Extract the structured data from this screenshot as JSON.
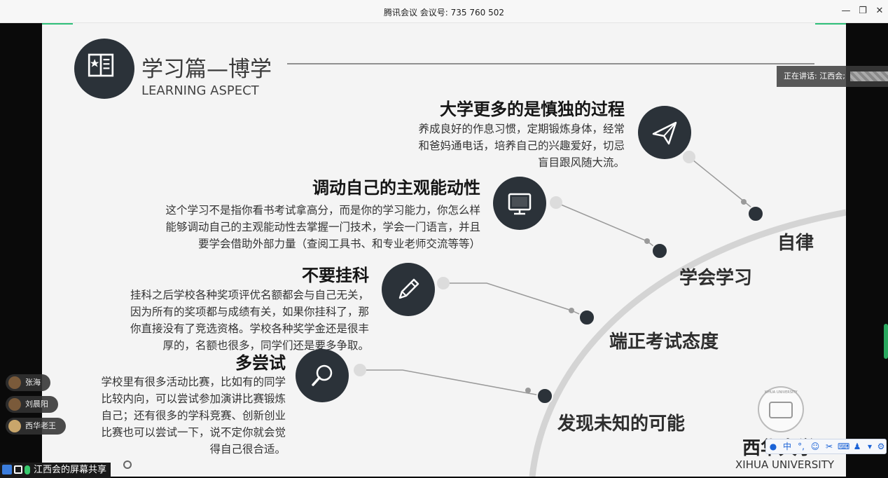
{
  "window": {
    "title": "腾讯会议 会议号: 735 760 502"
  },
  "slide": {
    "title_cn": "学习篇—博学",
    "title_en": "LEARNING ASPECT",
    "items": [
      {
        "heading": "大学更多的是慎独的过程",
        "body_lines": [
          "养成良好的作息习惯，定期锻炼身体，经常",
          "和爸妈通电话，培养自己的兴趣爱好，切忌",
          "盲目跟风随大流。"
        ],
        "icon": "paper-plane-icon",
        "arc_label": "自律"
      },
      {
        "heading": "调动自己的主观能动性",
        "body_lines": [
          "这个学习不是指你看书考试拿高分，而是你的学习能力，你怎么样",
          "能够调动自己的主观能动性去掌握一门技术，学会一门语言，并且",
          "要学会借助外部力量（查阅工具书、和专业老师交流等等）"
        ],
        "icon": "monitor-icon",
        "arc_label": "学会学习"
      },
      {
        "heading": "不要挂科",
        "body_lines": [
          "挂科之后学校各种奖项评优名额都会与自己无关，",
          "因为所有的奖项都与成绩有关，如果你挂科了，那",
          "你直接没有了竞选资格。学校各种奖学金还是很丰",
          "厚的，名额也很多，同学们还是要多争取。"
        ],
        "icon": "pencil-icon",
        "arc_label": "端正考试态度"
      },
      {
        "heading": "多尝试",
        "body_lines": [
          "学校里有很多活动比赛，比如有的同学",
          "比较内向，可以尝试参加演讲比赛锻炼",
          "自己；还有很多的学科竞赛、创新创业",
          "比赛也可以尝试一下，说不定你就会觉",
          "得自己很合适。"
        ],
        "icon": "magnifier-icon",
        "arc_label": "发现未知的可能"
      }
    ],
    "logo_en": "XIHUA UNIVERSITY",
    "logo_cn": "西华大学",
    "seal_text": "XIHUA UNIVERSITY"
  },
  "overlay": {
    "speaking": "正在讲话: 江西会;",
    "participants": [
      {
        "name": "张海"
      },
      {
        "name": "刘晨阳"
      },
      {
        "name": "西华老王"
      }
    ],
    "share_label": "江西会的屏幕共享"
  },
  "colors": {
    "accent": "#2fc07a",
    "icon_bg": "#2b3239",
    "dot": "#2b3239",
    "arc": "#d4d4d4"
  }
}
